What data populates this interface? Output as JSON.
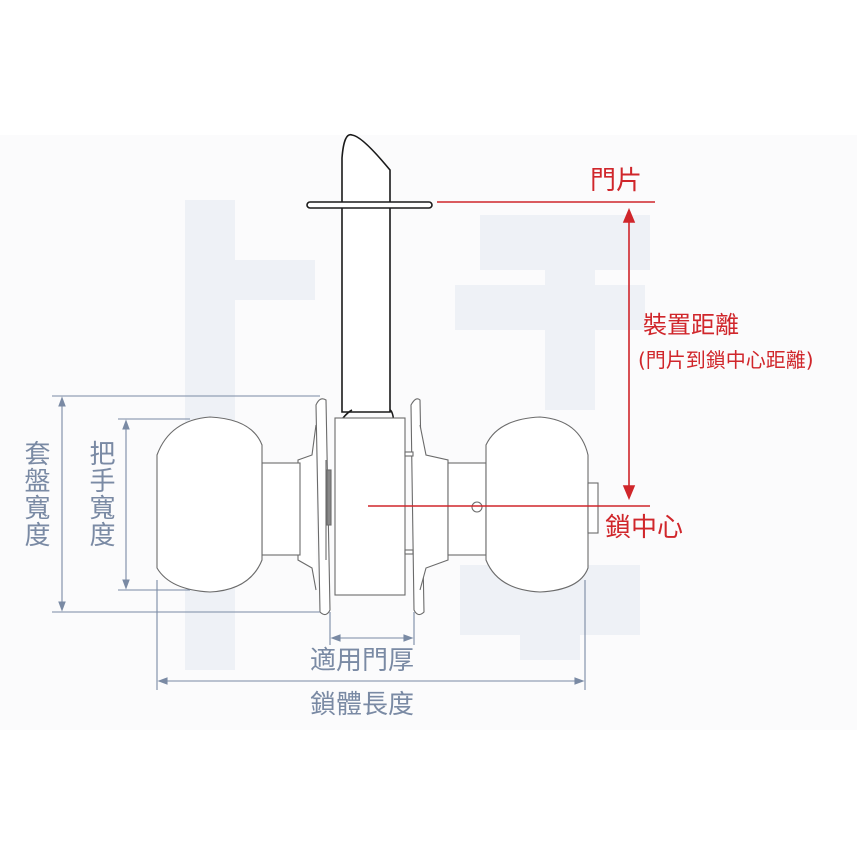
{
  "diagram": {
    "subject": "cylindrical knob lock dimension diagram",
    "colors": {
      "lock_outline": "#6b6b6b",
      "latch_outline": "#1a1a1a",
      "dimension_blue": "#7a8aa4",
      "annotation_red": "#d0262b",
      "watermark": "#eef1f6"
    },
    "labels": {
      "door_edge": "門片",
      "backset": "裝置距離",
      "backset_note": "(門片到鎖中心距離)",
      "lock_center": "鎖中心",
      "rose_width": "套盤寬度",
      "knob_width": "把手寬度",
      "door_thickness": "適用門厚",
      "lock_length": "鎖體長度"
    }
  }
}
